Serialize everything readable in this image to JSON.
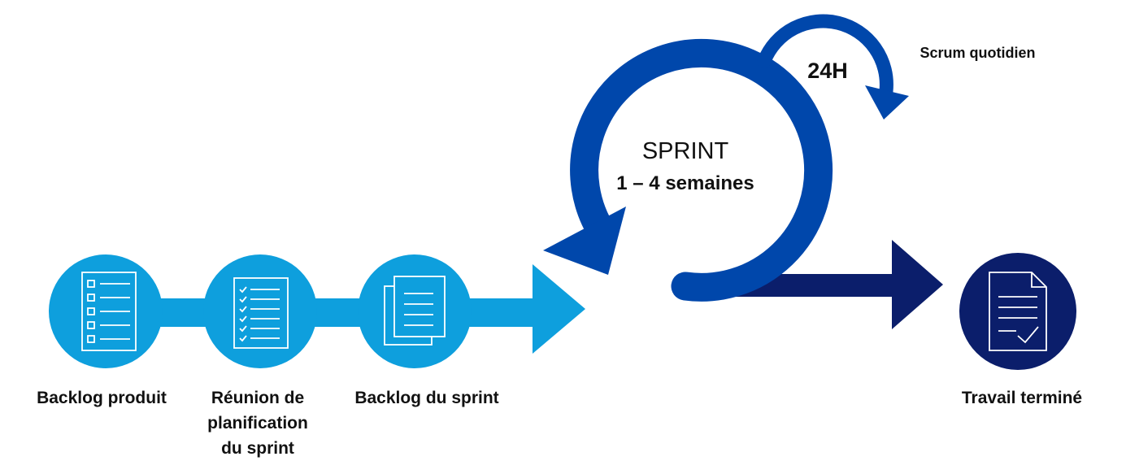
{
  "steps": [
    {
      "label_lines": [
        "Backlog produit"
      ],
      "icon": "checklist-icon"
    },
    {
      "label_lines": [
        "Réunion de",
        "planification",
        "du sprint"
      ],
      "icon": "checked-list-icon"
    },
    {
      "label_lines": [
        "Backlog du sprint"
      ],
      "icon": "documents-icon"
    }
  ],
  "sprint": {
    "title": "SPRINT",
    "duration": "1 – 4 semaines"
  },
  "daily": {
    "period": "24H",
    "label": "Scrum quotidien"
  },
  "result": {
    "label": "Travail terminé",
    "icon": "document-check-icon"
  },
  "colors": {
    "light_blue": "#0E9FDD",
    "sprint_blue": "#0047AB",
    "navy": "#0B1E6B",
    "text": "#111111"
  }
}
